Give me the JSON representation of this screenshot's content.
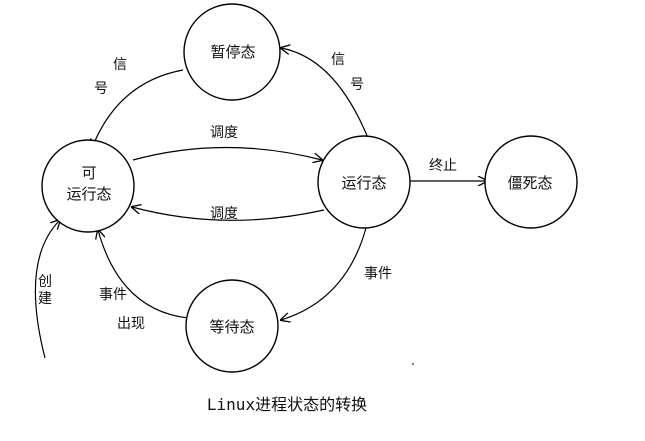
{
  "states": {
    "suspended": "暂停态",
    "ready_line1": "可",
    "ready_line2": "运行态",
    "running": "运行态",
    "zombie": "僵死态",
    "waiting": "等待态"
  },
  "transitions": {
    "suspended_to_ready_1": "信",
    "suspended_to_ready_2": "号",
    "running_to_suspended_1": "信",
    "running_to_suspended_2": "号",
    "schedule_top": "调度",
    "schedule_bottom": "调度",
    "terminate": "终止",
    "running_to_waiting": "事件",
    "waiting_to_ready_1": "事件",
    "waiting_to_ready_2": "出现",
    "create_1": "创",
    "create_2": "建"
  },
  "caption": "Linux进程状态的转换"
}
